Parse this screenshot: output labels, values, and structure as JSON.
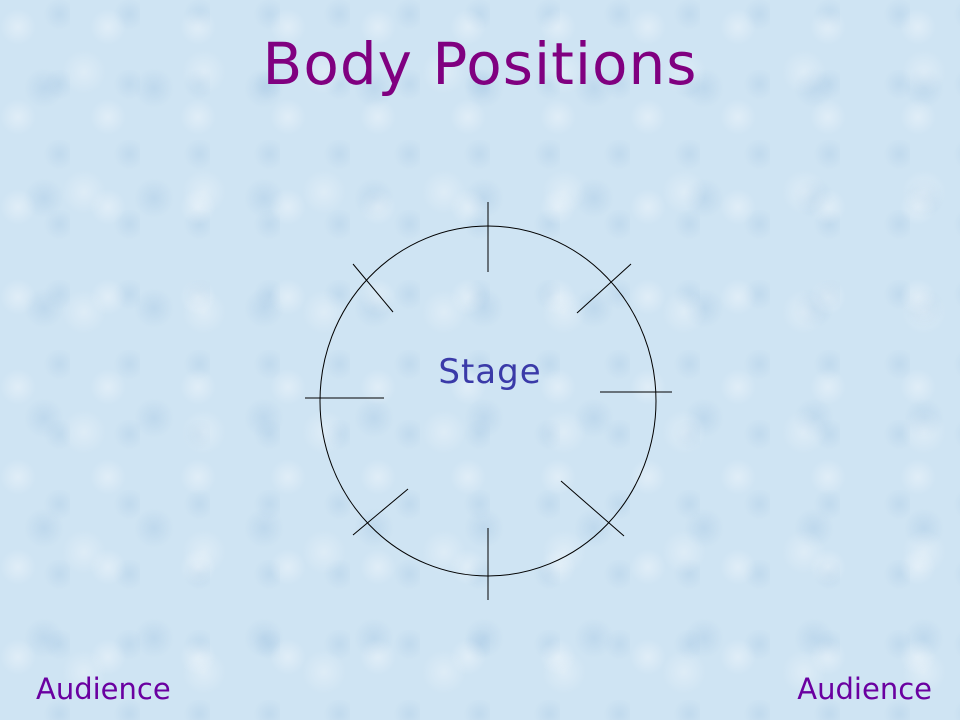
{
  "slide": {
    "title": "Body Positions",
    "stage_label": "Stage",
    "audience_left": "Audience",
    "audience_right": "Audience"
  },
  "colors": {
    "background": "#cfe4f3",
    "title": "#800080",
    "stage_label": "#3a3aa8",
    "audience_label": "#6a00a0",
    "diagram_stroke": "#000000"
  }
}
